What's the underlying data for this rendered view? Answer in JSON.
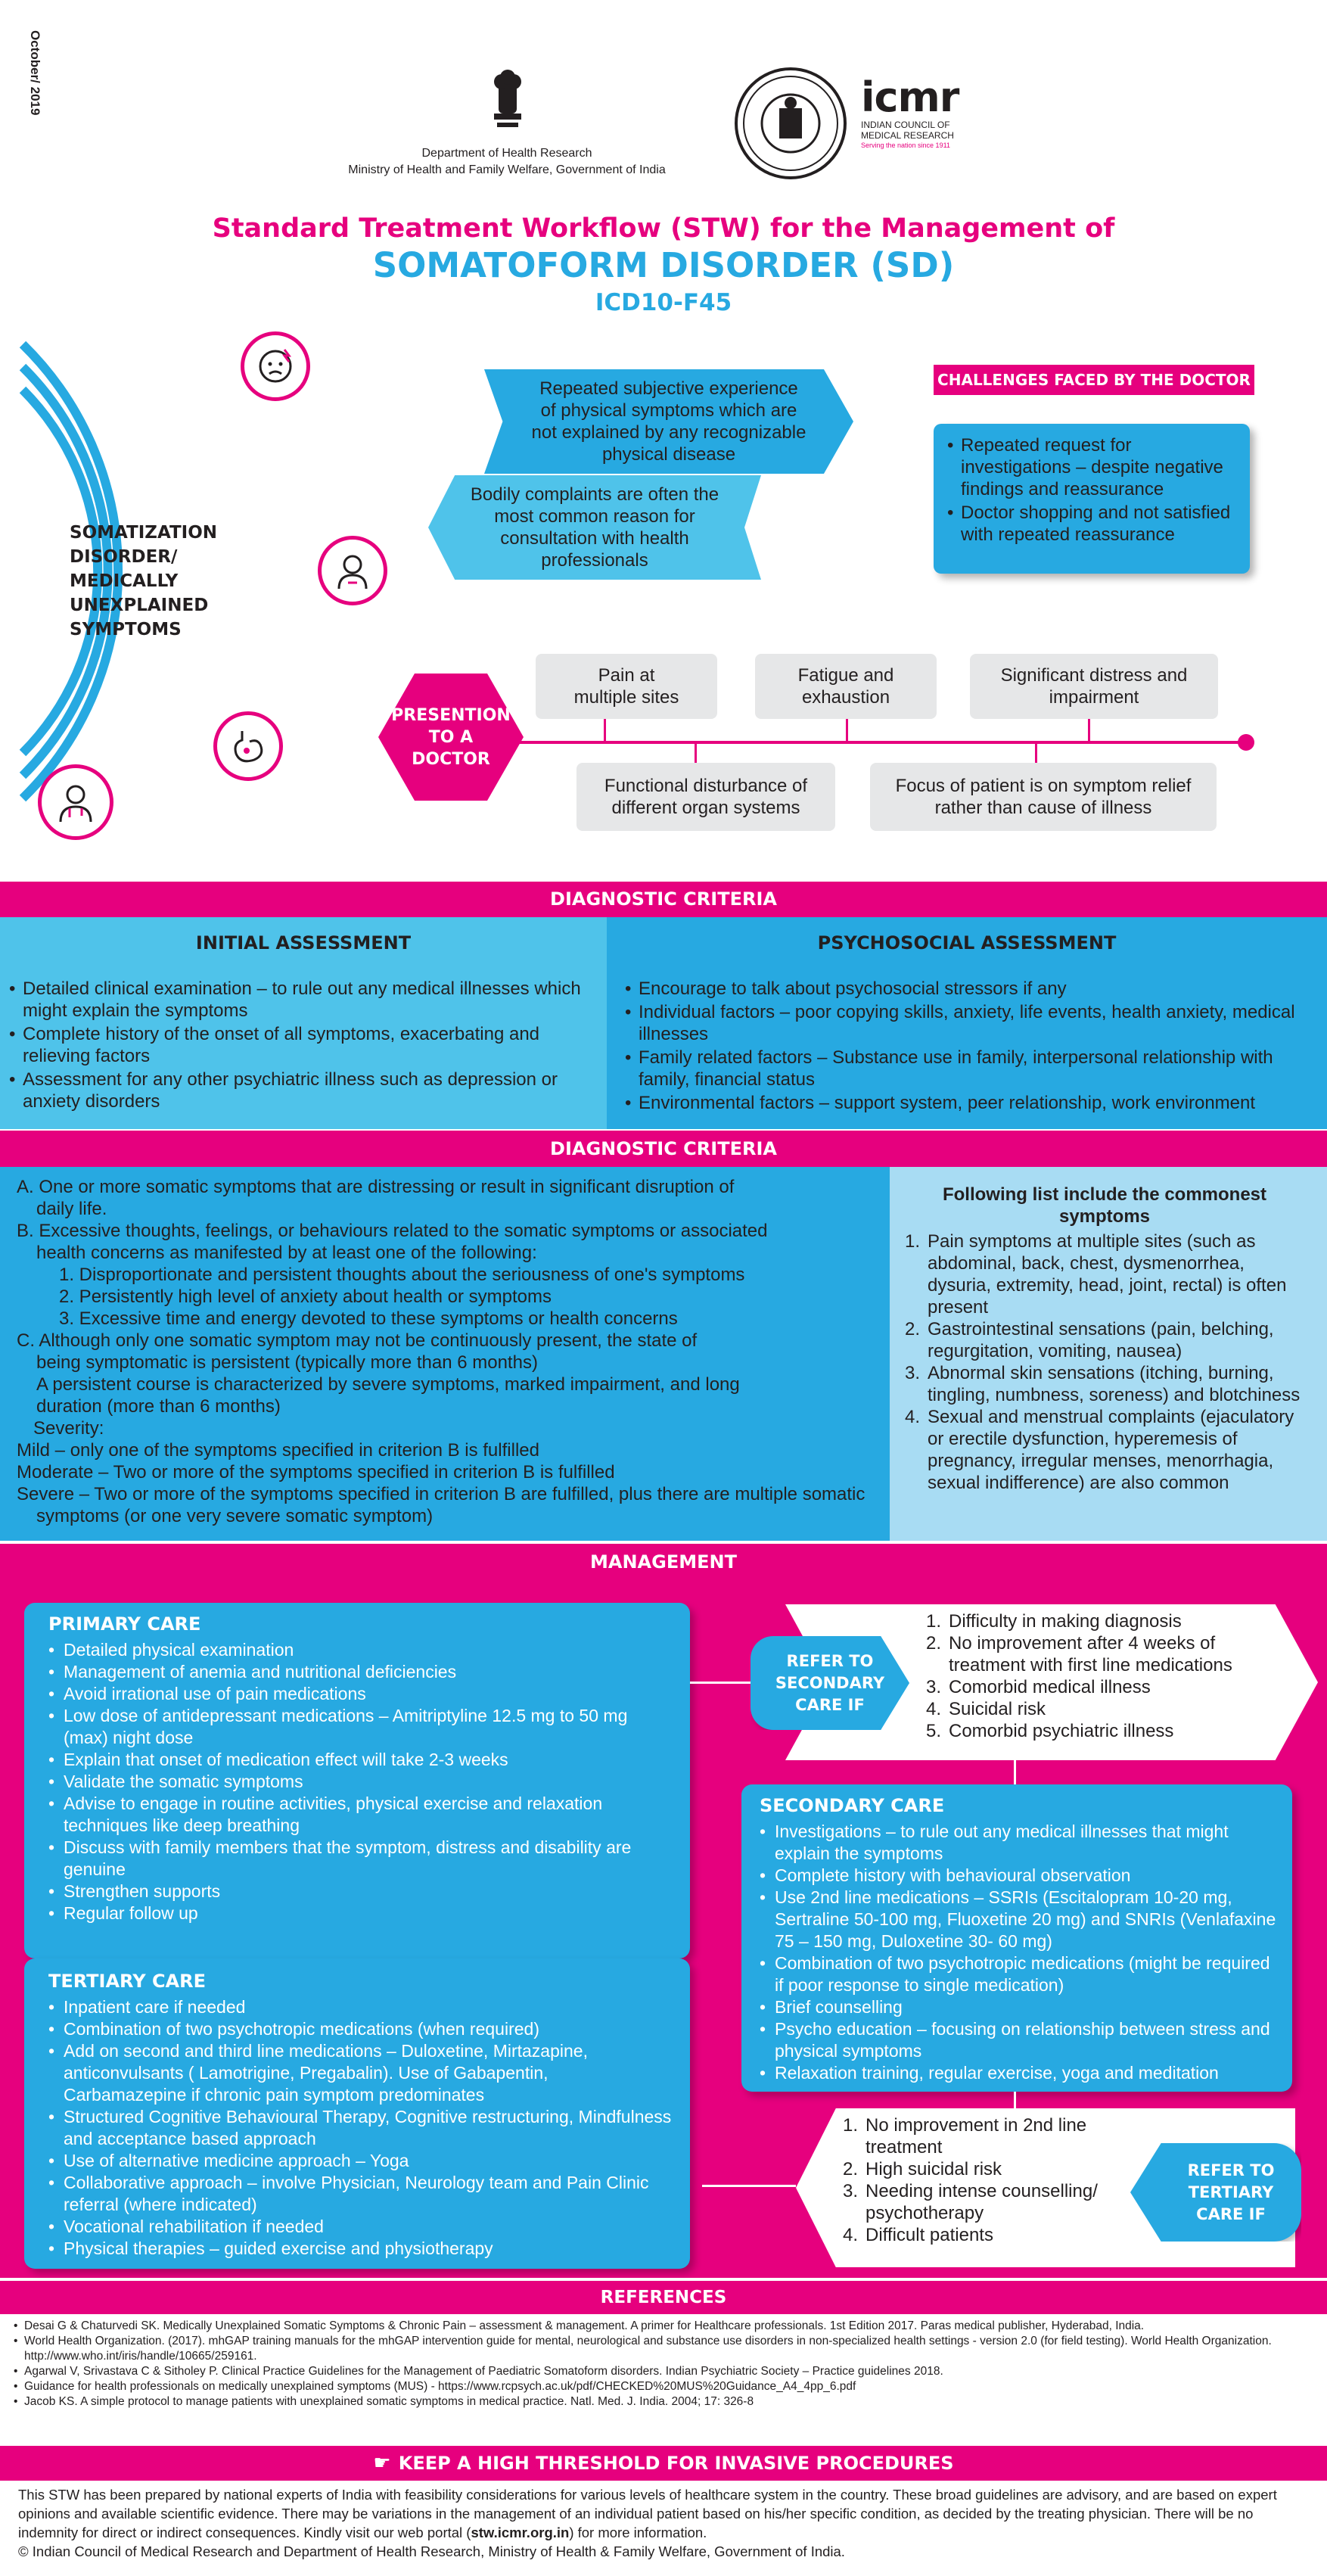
{
  "side_date": "October/ 2019",
  "header": {
    "dept_line1": "Department of Health Research",
    "dept_line2": "Ministry of Health and Family Welfare, Government of India",
    "icmr_logo": "icmr",
    "icmr_name1": "INDIAN COUNCIL OF",
    "icmr_name2": "MEDICAL RESEARCH",
    "icmr_tagline": "Serving the nation since 1911"
  },
  "title": {
    "line1": "Standard Treatment Workflow (STW) for the Management of",
    "line2": "SOMATOFORM DISORDER (SD)",
    "line3": "ICD10-F45"
  },
  "intro": {
    "left_label": [
      "SOMATIZATION",
      "DISORDER/",
      "MEDICALLY",
      "UNEXPLAINED",
      "SYMPTOMS"
    ],
    "arrow1": "Repeated subjective experience of physical symptoms which are not explained by any recognizable physical disease",
    "arrow2": "Bodily complaints are often the most common reason for consultation with health professionals",
    "challenges_title": "CHALLENGES FACED BY THE DOCTOR",
    "challenges": [
      "Repeated request for investigations – despite negative findings and reassurance",
      "Doctor shopping and not satisfied with repeated reassurance"
    ],
    "presention_label": [
      "PRESENTION",
      "TO A",
      "DOCTOR"
    ],
    "top_boxes": [
      "Pain at multiple sites",
      "Fatigue and exhaustion",
      "Significant distress and impairment"
    ],
    "bottom_boxes": [
      "Functional disturbance of different organ systems",
      "Focus of patient is on symptom relief rather than cause of illness"
    ],
    "icons": [
      "headache-face-icon",
      "patient-icon",
      "stomach-icon",
      "doctor-icon"
    ]
  },
  "diag1": {
    "bar": "DIAGNOSTIC CRITERIA",
    "initial_title": "INITIAL ASSESSMENT",
    "initial_items": [
      "Detailed clinical examination – to rule out any medical illnesses which might explain the symptoms",
      "Complete history of the onset of all symptoms, exacerbating and relieving factors",
      "Assessment for any other psychiatric illness such as depression or anxiety disorders"
    ],
    "psycho_title": "PSYCHOSOCIAL ASSESSMENT",
    "psycho_items": [
      "Encourage to talk about psychosocial stressors if any",
      "Individual factors – poor copying skills, anxiety, life events, health anxiety, medical illnesses",
      "Family related factors – Substance use in family, interpersonal relationship with family, financial status",
      "Environmental factors – support system, peer relationship, work environment"
    ]
  },
  "diag2": {
    "bar": "DIAGNOSTIC CRITERIA",
    "a": "A. One or more somatic symptoms that are distressing or result in significant disruption of daily life.",
    "b": "B. Excessive thoughts, feelings, or behaviours related to the somatic symptoms or associated health concerns as manifested by at least one of the following:",
    "b_items": [
      "1. Disproportionate and persistent thoughts about the seriousness of one's symptoms",
      "2. Persistently high level of anxiety about health or symptoms",
      "3. Excessive time and energy devoted to these symptoms or health concerns"
    ],
    "c": "C. Although only one somatic symptom may not be continuously present, the state of being symptomatic is persistent (typically more than 6 months)",
    "persistent": "A persistent course is characterized by severe symptoms, marked impairment, and long duration (more than 6 months)",
    "severity": "Severity:",
    "mild": "Mild – only one of the symptoms specified in criterion B is fulfilled",
    "moderate": "Moderate – Two or more of the symptoms specified in criterion B is fulfilled",
    "severe": "Severe – Two or more of the symptoms specified in criterion B are fulfilled, plus there are multiple somatic symptoms (or one very severe somatic symptom)",
    "list_title": "Following list include the commonest symptoms",
    "list": [
      "Pain symptoms at multiple sites (such as abdominal, back, chest, dysmenorrhea, dysuria, extremity, head, joint, rectal) is often present",
      "Gastrointestinal sensations (pain, belching, regurgitation, vomiting, nausea)",
      "Abnormal skin sensations (itching, burning, tingling, numbness, soreness) and blotchiness",
      "Sexual and menstrual complaints (ejaculatory or erectile dysfunction, hyperemesis of pregnancy, irregular menses, menorrhagia, sexual indifference) are also common"
    ]
  },
  "management": {
    "bar": "MANAGEMENT",
    "primary_title": "PRIMARY CARE",
    "primary_items": [
      "Detailed physical examination",
      "Management of anemia and nutritional deficiencies",
      "Avoid irrational use of pain medications",
      "Low dose of antidepressant medications – Amitriptyline 12.5 mg to 50 mg (max) night dose",
      "Explain that onset of medication effect will take 2-3 weeks",
      "Validate the somatic symptoms",
      "Advise to engage in routine activities, physical exercise and relaxation techniques like deep breathing",
      "Discuss with family members that the symptom, distress and disability are genuine",
      "Strengthen supports",
      "Regular follow up"
    ],
    "refer_secondary": [
      "REFER TO",
      "SECONDARY",
      "CARE IF"
    ],
    "refer_secondary_list": [
      "Difficulty in making diagnosis",
      "No improvement after 4 weeks of treatment with first line medications",
      "Comorbid medical illness",
      "Suicidal risk",
      "Comorbid psychiatric illness"
    ],
    "secondary_title": "SECONDARY CARE",
    "secondary_items": [
      "Investigations – to rule out any medical illnesses that might explain the symptoms",
      "Complete history with behavioural observation",
      "Use 2nd line medications – SSRIs (Escitalopram 10-20 mg, Sertraline 50-100 mg, Fluoxetine 20 mg) and SNRIs (Venlafaxine 75 – 150 mg, Duloxetine 30- 60 mg)",
      "Combination of two psychotropic medications (might be required if poor response to single medication)",
      "Brief counselling",
      "Psycho education – focusing on relationship between stress and physical symptoms",
      "Relaxation training, regular exercise, yoga and meditation"
    ],
    "tertiary_title": "TERTIARY CARE",
    "tertiary_items": [
      "Inpatient care if needed",
      "Combination of two psychotropic medications (when required)",
      "Add on second and third line medications – Duloxetine, Mirtazapine, anticonvulsants ( Lamotrigine, Pregabalin). Use of Gabapentin, Carbamazepine if chronic pain symptom predominates",
      "Structured Cognitive Behavioural Therapy, Cognitive restructuring, Mindfulness and acceptance based approach",
      "Use of alternative medicine approach – Yoga",
      "Collaborative approach – involve Physician, Neurology team and Pain Clinic referral (where indicated)",
      "Vocational rehabilitation if needed",
      "Physical therapies – guided exercise and physiotherapy"
    ],
    "refer_tertiary": [
      "REFER TO",
      "TERTIARY",
      "CARE IF"
    ],
    "refer_tertiary_list": [
      "No improvement in 2nd line treatment",
      "High suicidal risk",
      "Needing intense counselling/ psychotherapy",
      "Difficult patients"
    ]
  },
  "references": {
    "bar": "REFERENCES",
    "items": [
      "Desai G & Chaturvedi SK. Medically Unexplained Somatic Symptoms & Chronic Pain – assessment & management. A primer for Healthcare professionals. 1st Edition 2017. Paras medical publisher, Hyderabad, India.",
      "World Health Organization. (2017). mhGAP training manuals for the mhGAP intervention guide for mental, neurological and substance use disorders in non-specialized health settings - version 2.0 (for field testing). World Health Organization. http://www.who.int/iris/handle/10665/259161.",
      "Agarwal V, Srivastava C & Sitholey P. Clinical Practice Guidelines for the Management of Paediatric Somatoform disorders. Indian Psychiatric Society – Practice guidelines 2018.",
      "Guidance for health professionals on medically unexplained symptoms (MUS) - https://www.rcpsych.ac.uk/pdf/CHECKED%20MUS%20Guidance_A4_4pp_6.pdf",
      "Jacob KS. A simple protocol to manage patients with unexplained somatic symptoms in medical practice. Natl. Med. J. India. 2004; 17: 326-8"
    ]
  },
  "threshold": "KEEP A HIGH THRESHOLD FOR INVASIVE PROCEDURES",
  "footer": {
    "text1": "This STW has been prepared by national experts of India with feasibility considerations for various levels of healthcare system in the country. These broad guidelines are advisory, and are based on expert opinions and available scientific evidence. There may be variations in the management of an individual patient based on his/her specific condition, as decided by the treating physician. There will be no indemnity for direct or indirect consequences. Kindly visit our web portal (",
    "link": "stw.icmr.org.in",
    "text2": ") for more information.",
    "copyright": "© Indian Council of Medical Research and Department of Health Research, Ministry of Health & Family Welfare, Government of India."
  },
  "colors": {
    "magenta": "#e6007e",
    "cyan": "#27a9e1",
    "light_cyan": "#4fc3ea",
    "grey": "#e6e7e8"
  }
}
